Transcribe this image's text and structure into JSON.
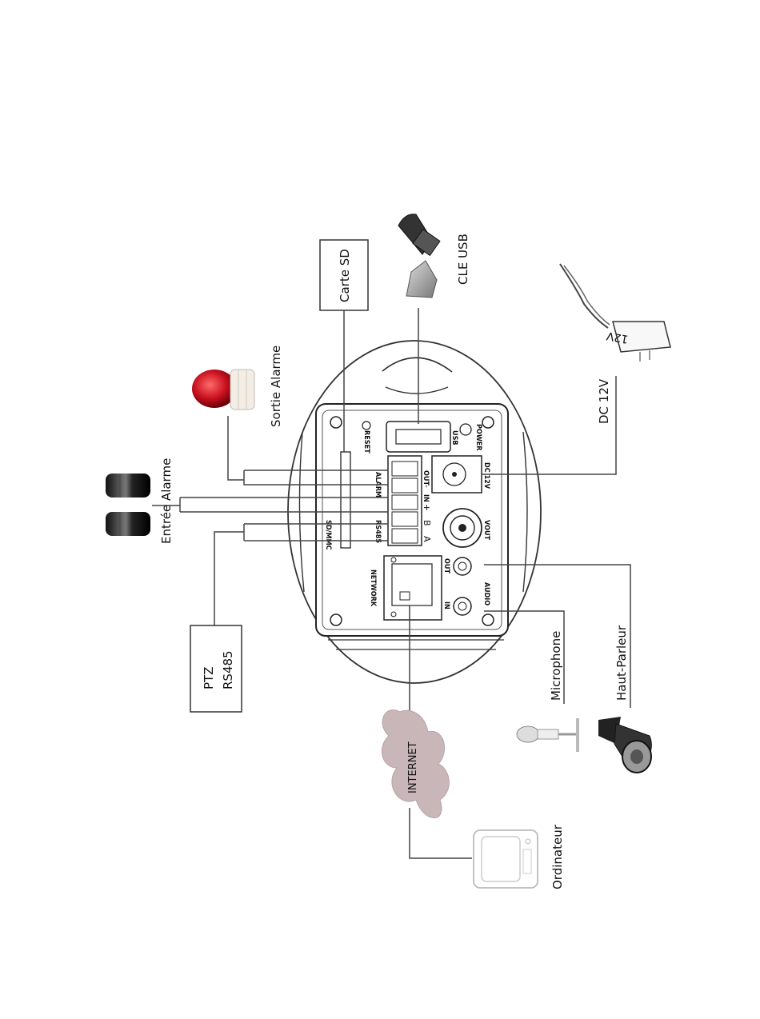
{
  "labels": {
    "carte_sd": "Carte SD",
    "cle_usb": "CLE USB",
    "sortie_alarme": "Sortie Alarme",
    "entree_alarme": "Entrée Alarme",
    "dc_12v": "DC 12V",
    "ptz_line1": "PTZ",
    "ptz_line2": "RS485",
    "microphone": "Microphone",
    "haut_parleur": "Haut-Parleur",
    "internet": "INTERNET",
    "ordinateur": "Ordinateur",
    "adapter_text": "12V"
  },
  "panel": {
    "reset": "RESET",
    "usb": "USB",
    "power": "POWER",
    "alarm": "ALARM",
    "rs485": "RS485",
    "out": "OUT",
    "dc12v": "DC 12V",
    "vout": "VOUT",
    "network": "NETWORK",
    "sd_mmc": "SD/MMC",
    "audio": "AUDIO",
    "audio_out": "OUT",
    "audio_in": "IN",
    "pin_a": "A",
    "pin_b": "B",
    "pin_plus": "+",
    "pin_minus": "-",
    "pin_in": "IN"
  },
  "colors": {
    "line": "#444444",
    "beacon_red": "#c8101e",
    "cloud": "#c9b6b8",
    "dark": "#1a1a1a"
  }
}
